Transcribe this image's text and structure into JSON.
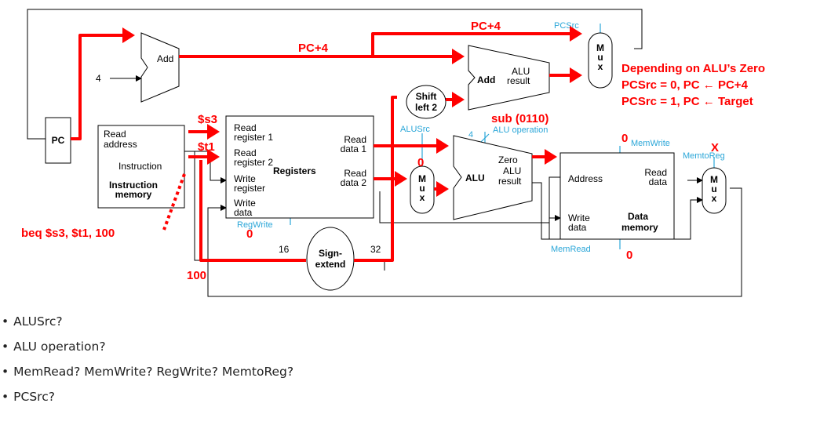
{
  "colors": {
    "highlight": "#ff0000",
    "control": "#2aa6d8",
    "wire": "#000000"
  },
  "diagram": {
    "add_label": "Add",
    "const_4": "4",
    "pc_label": "PC",
    "pc_plus4_top": "PC+4",
    "pc_plus4_mid": "PC+4",
    "pcsrc_label": "PCSrc",
    "mux_label": "M\nu\nx",
    "branch_add": {
      "add": "Add",
      "alu": "ALU",
      "result": "result"
    },
    "shift_left": {
      "line1": "Shift",
      "line2": "left 2"
    },
    "imem": {
      "read": "Read",
      "address": "address",
      "instruction": "Instruction",
      "name1": "Instruction",
      "name2": "memory"
    },
    "regs": {
      "read_reg1_a": "Read",
      "read_reg1_b": "register 1",
      "read_reg2_a": "Read",
      "read_reg2_b": "register 2",
      "write_reg_a": "Write",
      "write_reg_b": "register",
      "write_data_a": "Write",
      "write_data_b": "data",
      "read_data1_a": "Read",
      "read_data1_b": "data 1",
      "read_data2_a": "Read",
      "read_data2_b": "data 2",
      "name": "Registers"
    },
    "regwrite_label": "RegWrite",
    "alusrc_label": "ALUSrc",
    "alu_op_4": "4",
    "alu_operation_label": "ALU operation",
    "alu": {
      "name": "ALU",
      "zero": "Zero",
      "alu": "ALU",
      "result": "result"
    },
    "dmem": {
      "address": "Address",
      "read": "Read",
      "data": "data",
      "write": "Write",
      "wdata": "data",
      "name1": "Data",
      "name2": "memory"
    },
    "memwrite_label": "MemWrite",
    "memread_label": "MemRead",
    "memtoreg_label": "MemtoReg",
    "sign_extend": {
      "line1": "Sign-",
      "line2": "extend"
    },
    "bits_16": "16",
    "bits_32": "32"
  },
  "annotations": {
    "s3": "$s3",
    "t1": "$t1",
    "instruction": "beq $s3, $t1, 100",
    "imm_100": "100",
    "regwrite_val": "0",
    "alusrc_val": "0",
    "alu_op_val": "sub (0110)",
    "memwrite_val": "0",
    "memread_val": "0",
    "memtoreg_val": "X",
    "zero_note_1": "Depending on ALU’s Zero",
    "zero_note_2": "PCSrc = 0, PC ← PC+4",
    "zero_note_3": "PCSrc = 1, PC ← Target"
  },
  "questions": [
    "ALUSrc?",
    "ALU operation?",
    "MemRead? MemWrite? RegWrite? MemtoReg?",
    "PCSrc?"
  ]
}
